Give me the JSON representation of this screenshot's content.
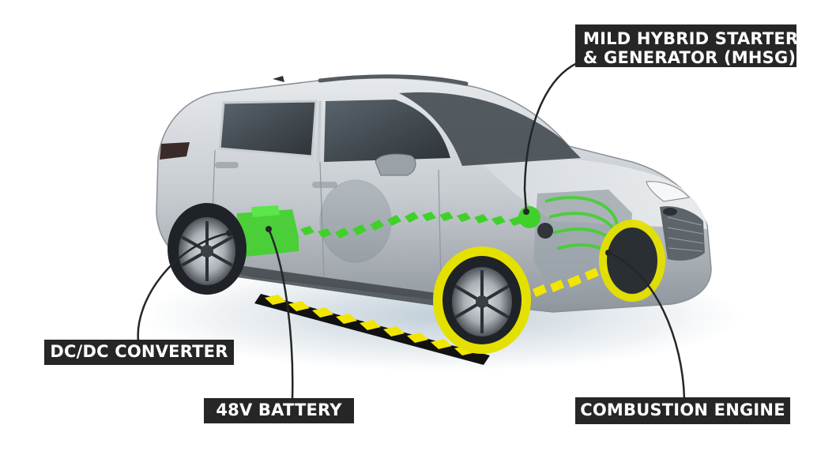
{
  "labels": {
    "mhsg_line1": "MILD HYBRID STARTER",
    "mhsg_line2": "& GENERATOR (MHSG)",
    "dcdc": "DC/DC CONVERTER",
    "battery": "48V BATTERY",
    "engine": "COMBUSTION ENGINE"
  },
  "colors": {
    "callout_bg": "#262626",
    "callout_text": "#ffffff",
    "electric_flow": "#3fd12a",
    "mechanical_flow": "#f2e600",
    "car_body": "#c9ced3"
  },
  "icons": {
    "vehicle": "suv-cutaway-illustration",
    "flow_arrows": "chevron-arrows"
  }
}
